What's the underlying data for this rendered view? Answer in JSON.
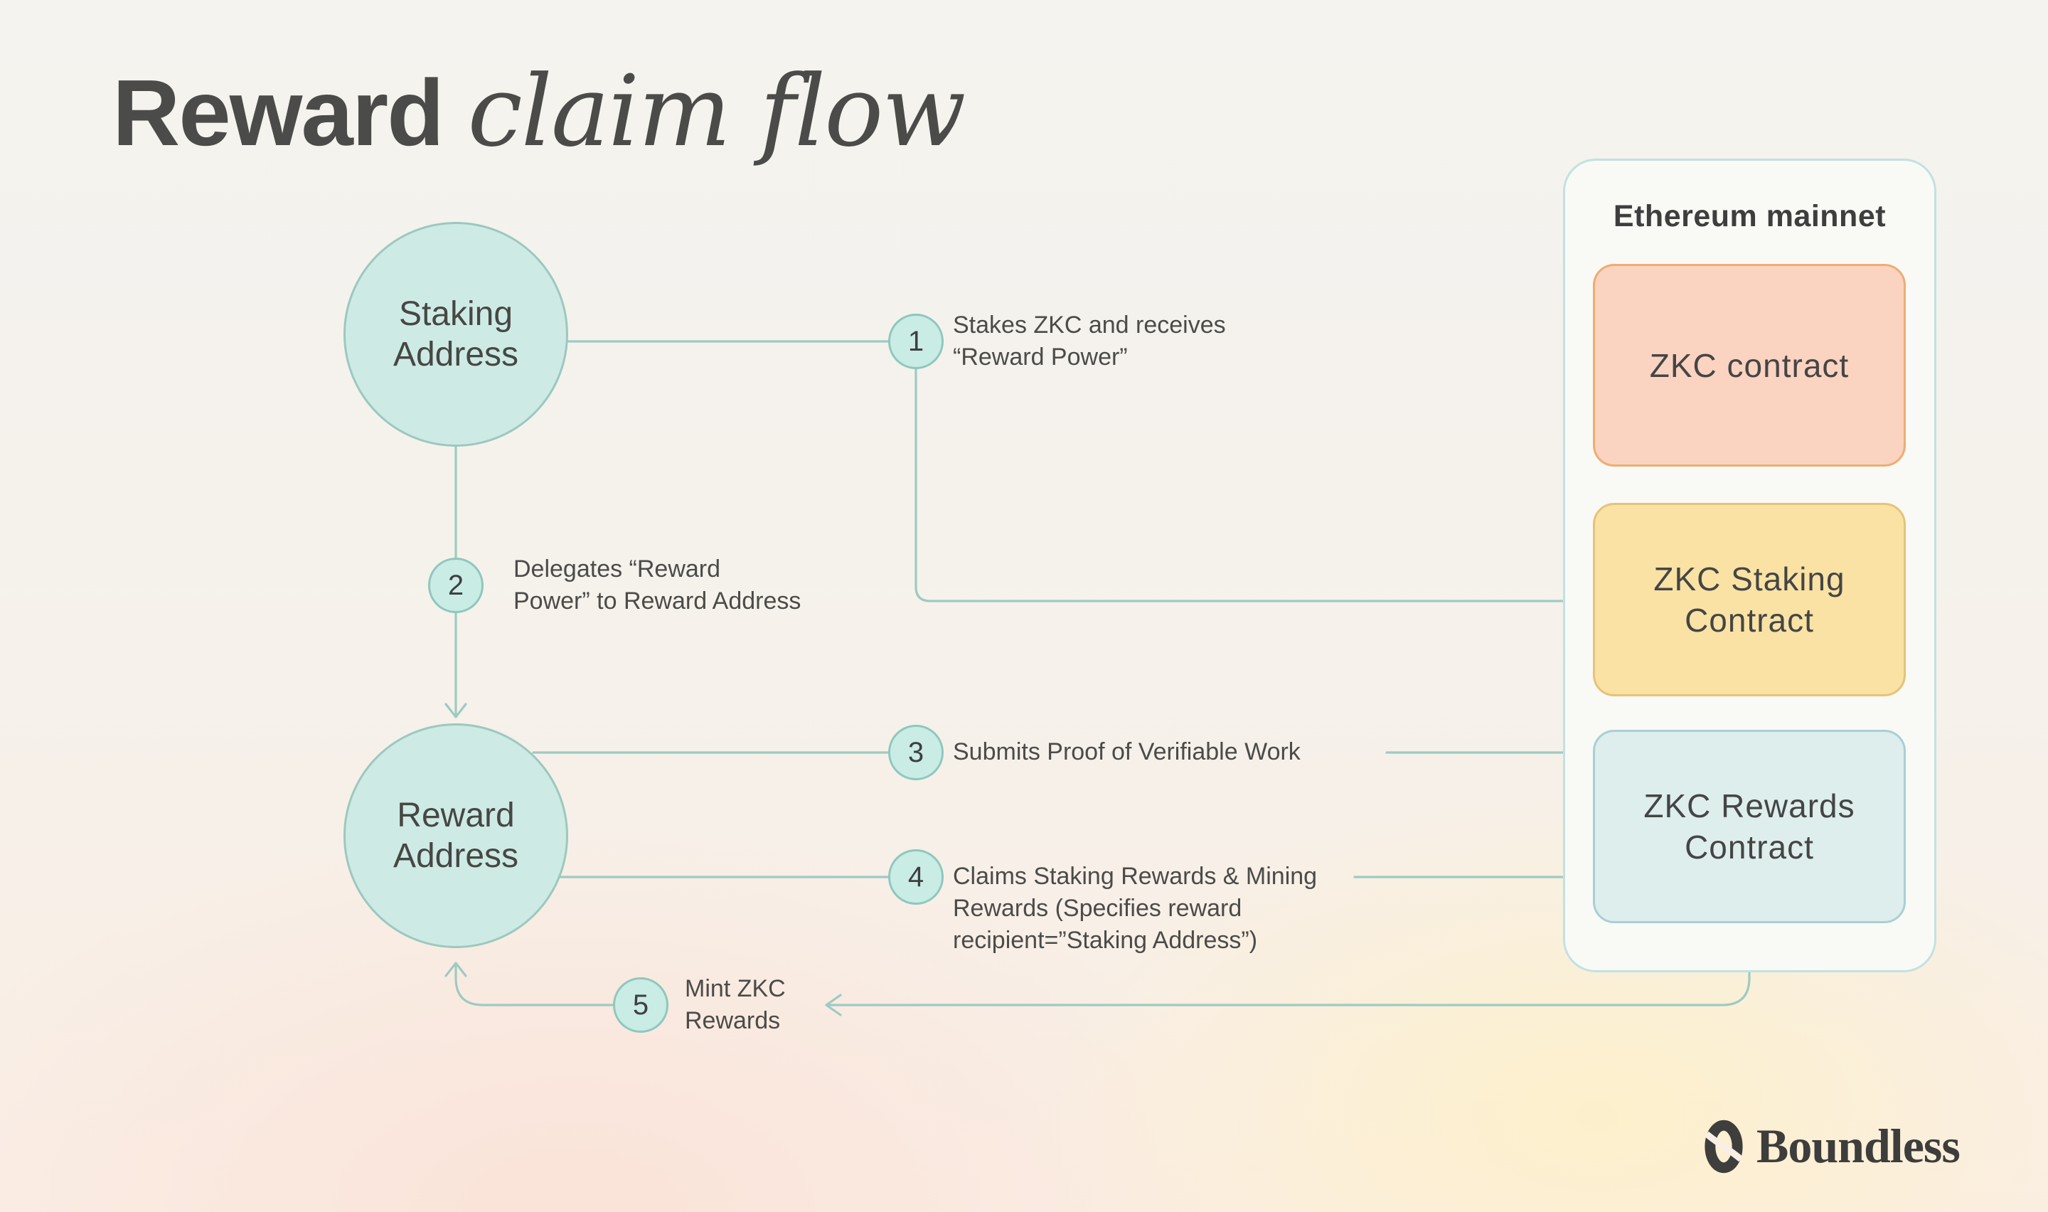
{
  "title": {
    "regular": "Reward ",
    "italic": "claim flow"
  },
  "actors": {
    "staking": {
      "label": "Staking\nAddress"
    },
    "reward": {
      "label": "Reward\nAddress"
    }
  },
  "steps": [
    {
      "num": "1",
      "text": "Stakes ZKC and receives\n“Reward Power”"
    },
    {
      "num": "2",
      "text": "Delegates “Reward\nPower” to Reward Address"
    },
    {
      "num": "3",
      "text": "Submits Proof of Verifiable Work"
    },
    {
      "num": "4",
      "text": "Claims Staking Rewards & Mining\nRewards (Specifies reward\nrecipient=”Staking Address”)"
    },
    {
      "num": "5",
      "text": "Mint ZKC\nRewards"
    }
  ],
  "panel": {
    "title": "Ethereum mainnet",
    "boxes": [
      {
        "label": "ZKC contract",
        "fill": "#fbd3c1",
        "border": "#efac72"
      },
      {
        "label": "ZKC Staking\nContract",
        "fill": "#f9e2a4",
        "border": "#e5c378"
      },
      {
        "label": "ZKC Rewards\nContract",
        "fill": "#ddeeec",
        "border": "#a9cfd6"
      }
    ]
  },
  "logo": {
    "text": "Boundless"
  },
  "colors": {
    "line": "#9dcbc2",
    "node_fill": "#cdebe4",
    "node_border": "#9cc8bf",
    "badge_fill": "#c9ece5",
    "badge_border": "#8fc7bd",
    "panel_fill": "#f9faf6",
    "panel_border": "#c2e1e2",
    "text": "#4b4b49",
    "background_top": "#f4f3ef",
    "background_bottom": "#faeee5"
  }
}
